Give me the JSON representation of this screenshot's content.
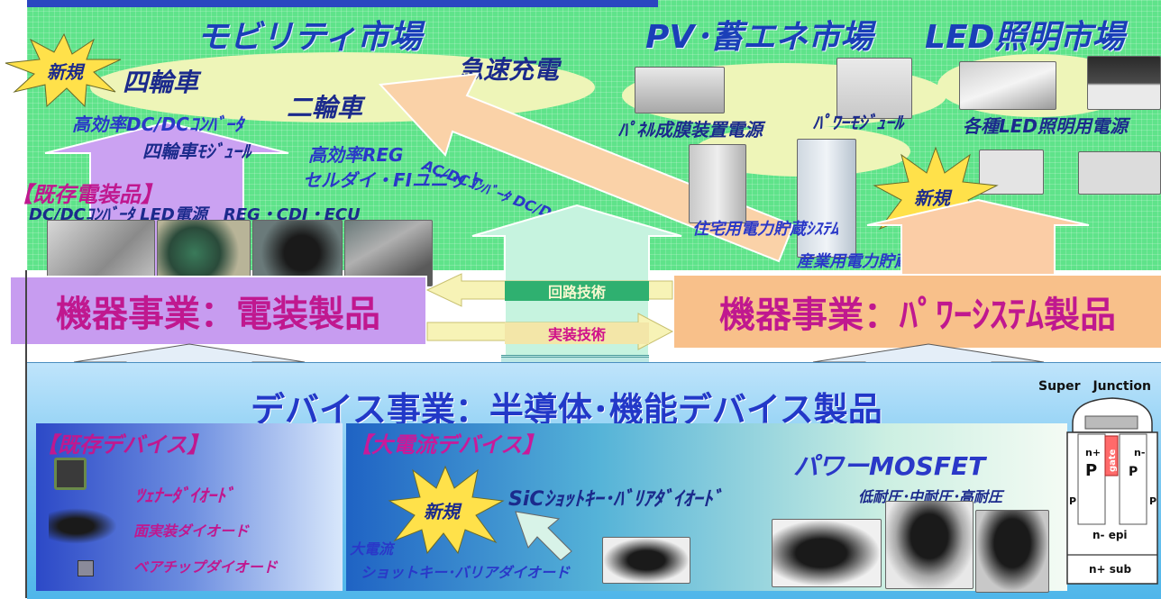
{
  "markets": {
    "mobility": "モビリティ市場",
    "pv": "PV･蓄エネ市場",
    "led": "LED照明市場"
  },
  "badges": {
    "new": "新規"
  },
  "mobility": {
    "four_wheel": "四輪車",
    "two_wheel": "二輪車",
    "fast_charge": "急速充電",
    "dcdc": "高効率DC/DCｺﾝﾊﾞｰﾀ",
    "four_module": "四輪車ﾓｼﾞｭｰﾙ",
    "reg": "高効率REG",
    "cell": "セルダイ・FIユニット"
  },
  "existing": {
    "title": "【既存電装品】",
    "items": "DC/DCｺﾝﾊﾞｰﾀ LED電源　REG・CDI・ECU"
  },
  "arrow_text": "AC/DCｺﾝﾊﾞｰﾀ DC/DCｺﾝﾊﾞｰﾀ",
  "pv": {
    "panel": "ﾊﾟﾈﾙ成膜装置電源",
    "power_module": "ﾊﾟﾜｰﾓｼﾞｭｰﾙ",
    "led_power": "各種LED照明用電源",
    "home": "住宅用電力貯蔵ｼｽﾃﾑ",
    "industrial": "産業用電力貯蔵ｼｽﾃﾑ"
  },
  "business": {
    "electrical": "機器事業：電装製品",
    "power": "機器事業：ﾊﾟﾜｰｼｽﾃﾑ製品",
    "circuit": "回路技術",
    "mounting": "実装技術"
  },
  "device": {
    "title": "デバイス事業：半導体･機能デバイス製品",
    "existing_title": "【既存デバイス】",
    "zener": "ﾂｪﾅｰﾀﾞｲｵｰﾄﾞ",
    "smd": "面実装ダイオード",
    "bare": "ベアチップダイオード",
    "high_current_title": "【大電流デバイス】",
    "mosfet": "パワーMOSFET",
    "voltages": "低耐圧･中耐圧･高耐圧",
    "sic": "SiCｼｮｯﾄｷｰ･ﾊﾞﾘｱﾀﾞｲｵｰﾄﾞ",
    "large_current": "大電流",
    "schottky": "ショットキー･バリアダイオード"
  },
  "superjunction": {
    "title": "Super　Junction",
    "n_plus": "n+",
    "n_minus": "n-",
    "p": "P",
    "gate": "gate",
    "n_epi": "n- epi",
    "n_sub": "n+ sub"
  },
  "colors": {
    "market_green": "#5fe38a",
    "electrical_box": "#c79cf0",
    "power_box": "#f8c08a",
    "magenta_text": "#c0188f",
    "device_blue": "#7fcaf2"
  }
}
